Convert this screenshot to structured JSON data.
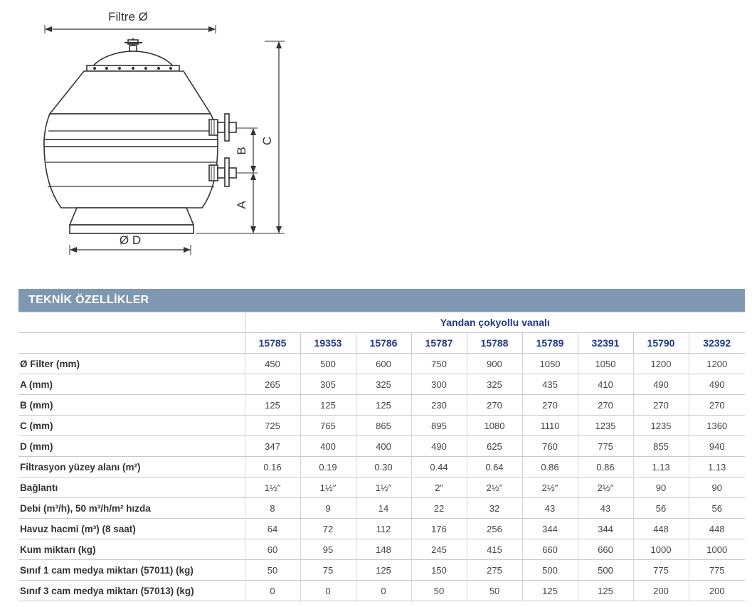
{
  "diagram": {
    "labels": {
      "filter_diameter": "Filtre Ø",
      "base_diameter": "Ø D",
      "dim_a": "A",
      "dim_b": "B",
      "dim_c": "C"
    }
  },
  "specs": {
    "section_title": "TEKNİK ÖZELLİKLER",
    "group_title": "Yandan çokyollu vanalı",
    "codes": [
      "15785",
      "19353",
      "15786",
      "15787",
      "15788",
      "15789",
      "32391",
      "15790",
      "32392"
    ],
    "rows": [
      {
        "label": "Ø Filter (mm)",
        "values": [
          "450",
          "500",
          "600",
          "750",
          "900",
          "1050",
          "1050",
          "1200",
          "1200"
        ]
      },
      {
        "label": "A (mm)",
        "values": [
          "265",
          "305",
          "325",
          "300",
          "325",
          "435",
          "410",
          "490",
          "490"
        ]
      },
      {
        "label": "B (mm)",
        "values": [
          "125",
          "125",
          "125",
          "230",
          "270",
          "270",
          "270",
          "270",
          "270"
        ]
      },
      {
        "label": "C (mm)",
        "values": [
          "725",
          "765",
          "865",
          "895",
          "1080",
          "1110",
          "1235",
          "1235",
          "1360"
        ]
      },
      {
        "label": "D (mm)",
        "values": [
          "347",
          "400",
          "400",
          "490",
          "625",
          "760",
          "775",
          "855",
          "940"
        ]
      },
      {
        "label": "Filtrasyon yüzey alanı (m²)",
        "values": [
          "0.16",
          "0.19",
          "0.30",
          "0.44",
          "0.64",
          "0.86",
          "0.86",
          "1.13",
          "1.13"
        ]
      },
      {
        "label": "Bağlantı",
        "values": [
          "1½″",
          "1½″",
          "1½″",
          "2″",
          "2½″",
          "2½″",
          "2½″",
          "90",
          "90"
        ]
      },
      {
        "label": "Debi (m³/h), 50 m³/h/m² hızda",
        "values": [
          "8",
          "9",
          "14",
          "22",
          "32",
          "43",
          "43",
          "56",
          "56"
        ]
      },
      {
        "label": "Havuz hacmi (m³) (8 saat)",
        "values": [
          "64",
          "72",
          "112",
          "176",
          "256",
          "344",
          "344",
          "448",
          "448"
        ]
      },
      {
        "label": "Kum miktarı (kg)",
        "values": [
          "60",
          "95",
          "148",
          "245",
          "415",
          "660",
          "660",
          "1000",
          "1000"
        ]
      },
      {
        "label": "Sınıf 1 cam medya miktarı (57011) (kg)",
        "values": [
          "50",
          "75",
          "125",
          "150",
          "275",
          "500",
          "500",
          "775",
          "775"
        ]
      },
      {
        "label": "Sınıf 3 cam medya miktarı (57013) (kg)",
        "values": [
          "0",
          "0",
          "0",
          "50",
          "50",
          "125",
          "125",
          "200",
          "200"
        ]
      }
    ]
  }
}
